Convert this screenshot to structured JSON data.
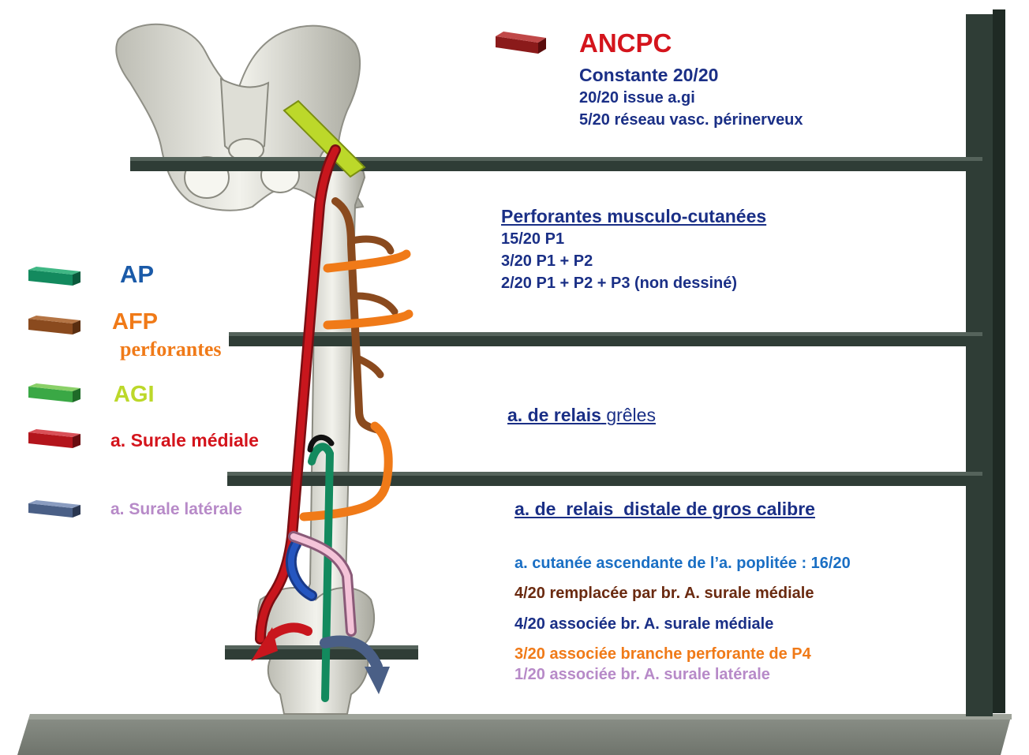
{
  "colors": {
    "ANCPC": "#8b1a1a",
    "AP": "#138a5e",
    "AFP": "#8a4a1e",
    "AFP_perforantes": "#f07a18",
    "AGI": "#bcd82a",
    "surale_mediale": "#c8161d",
    "surale_laterale": "#4a5f86",
    "title_red": "#d4141c",
    "blue_dark": "#1a2f86",
    "blue_light": "#1a6fc4",
    "brown": "#6a2a10",
    "orange": "#f07a18",
    "lilac": "#b78ac8",
    "shelf": "#2f3d36"
  },
  "legend": {
    "ap": {
      "label": "AP",
      "icon": "teal-bar-icon"
    },
    "afp": {
      "label": "AFP",
      "sublabel": "perforantes",
      "icon": "brown-bar-icon"
    },
    "agi": {
      "label": "AGI",
      "icon": "yellow-green-bar-icon"
    },
    "surale_mediale": {
      "label": "a. Surale médiale",
      "icon": "red-bar-icon"
    },
    "surale_laterale": {
      "label": "a. Surale latérale",
      "icon": "slate-blue-bar-icon"
    }
  },
  "ancpc": {
    "title": "ANCPC",
    "icon": "dark-red-bar-icon",
    "lines": [
      "Constante 20/20",
      "20/20 issue a.gi",
      "5/20 réseau vasc. périnerveux"
    ]
  },
  "perforantes": {
    "title": "Perforantes musculo-cutanées",
    "lines": [
      "15/20 P1",
      "3/20 P1 + P2",
      "2/20 P1 + P2 + P3 (non dessiné)"
    ]
  },
  "relais_greles": {
    "title_a": "a. de relais",
    "title_b": "grêles"
  },
  "relais_distale": {
    "title": "a. de  relais  distale de gros calibre",
    "lines": [
      "a. cutanée ascendante de l’a. poplitée : 16/20",
      "4/20 remplacée par br. A. surale médiale",
      "4/20 associée br. A. surale médiale",
      "3/20 associée branche perforante de P4",
      "1/20 associée br. A. surale latérale"
    ]
  }
}
